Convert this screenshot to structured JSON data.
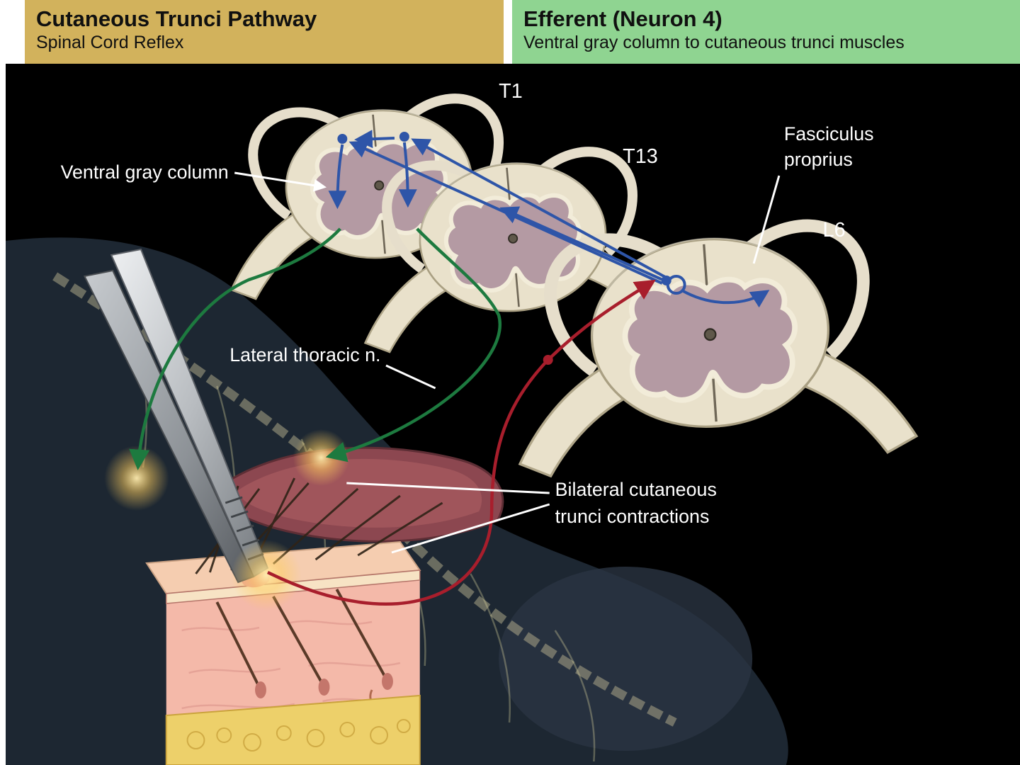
{
  "header": {
    "left": {
      "title": "Cutaneous Trunci Pathway",
      "subtitle": "Spinal Cord Reflex"
    },
    "right": {
      "title": "Efferent (Neuron 4)",
      "subtitle": "Ventral gray column to cutaneous trunci muscles"
    }
  },
  "labels": {
    "t1": "T1",
    "t13": "T13",
    "l6": "L6",
    "ventral_gray_column": "Ventral gray column",
    "fasciculus_1": "Fasciculus",
    "fasciculus_2": "proprius",
    "lateral_thoracic": "Lateral thoracic n.",
    "bilateral_1": "Bilateral cutaneous",
    "bilateral_2": "trunci contractions"
  },
  "colors": {
    "header_left_bg": "#d2b25c",
    "header_right_bg": "#8fd491",
    "efferent_green": "#1d7a3f",
    "afferent_red": "#a81e2c",
    "interneuron_blue": "#2e55a8",
    "cord_body": "#e9e1cb",
    "gray_matter": "#b49aa3",
    "background": "#000000"
  }
}
